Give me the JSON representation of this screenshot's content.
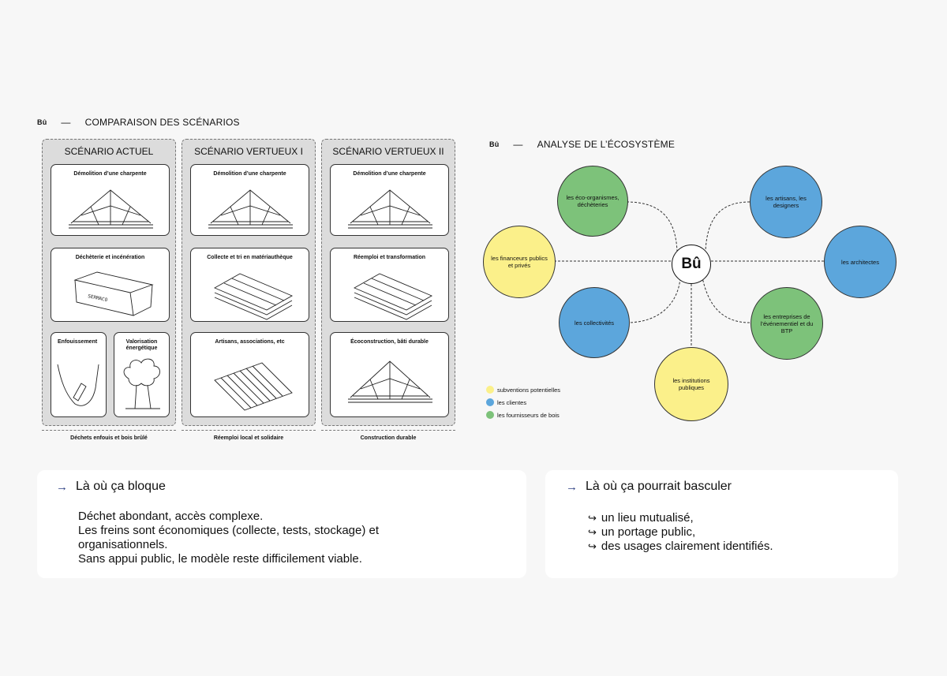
{
  "left_header": {
    "brand": "Bû",
    "dash": "—",
    "title": "COMPARAISON DES SCÉNARIOS"
  },
  "right_header": {
    "brand": "Bû",
    "dash": "—",
    "title": "ANALYSE DE L’ÉCOSYSTÈME"
  },
  "scenarios": [
    {
      "title": "SCÉNARIO ACTUEL",
      "cards": [
        "Démolition d’une charpente",
        "Déchèterie et incénération",
        "Enfouissement",
        "Valorisation énergétique"
      ],
      "box_text": "SERMACO",
      "footer": "Déchets enfouis et bois brûlé"
    },
    {
      "title": "SCÉNARIO VERTUEUX I",
      "cards": [
        "Démolition d’une charpente",
        "Collecte et tri en matériauthèque",
        "Artisans, associations, etc"
      ],
      "footer": "Réemploi local et solidaire"
    },
    {
      "title": "SCÉNARIO VERTUEUX II",
      "cards": [
        "Démolition d’une charpente",
        "Réemploi et transformation",
        "Écoconstruction, bâti durable"
      ],
      "footer": "Construction durable"
    }
  ],
  "ecosystem": {
    "center": "Bû",
    "nodes": [
      {
        "label": "les éco-organismes, déchèteries",
        "category": "fournisseurs"
      },
      {
        "label": "les financeurs publics et privés",
        "category": "subventions"
      },
      {
        "label": "les collectivités",
        "category": "clientes"
      },
      {
        "label": "les institutions publiques",
        "category": "subventions"
      },
      {
        "label": "les artisans, les designers",
        "category": "clientes"
      },
      {
        "label": "les architectes",
        "category": "clientes"
      },
      {
        "label": "les entreprises de l’événementiel et du BTP",
        "category": "fournisseurs"
      }
    ],
    "legend": [
      {
        "label": "subventions potentielles",
        "color": "#fbf08a"
      },
      {
        "label": "les clientes",
        "color": "#5ca6dc"
      },
      {
        "label": "les fournisseurs de bois",
        "color": "#7dc27a"
      }
    ],
    "colors": {
      "subventions": "#fbf08a",
      "clientes": "#5ca6dc",
      "fournisseurs": "#7dc27a"
    }
  },
  "panels": {
    "left": {
      "arrow": "→",
      "title": "Là où ça bloque",
      "lines": [
        "Déchet abondant, accès complexe.",
        "Les freins sont économiques (collecte, tests, stockage) et",
        "organisationnels.",
        "Sans appui public, le modèle reste difficilement viable."
      ]
    },
    "right": {
      "arrow": "→",
      "title": "Là où ça pourrait basculer",
      "hook": "↪",
      "items": [
        "un lieu mutualisé,",
        "un portage public,",
        "des usages clairement identifiés."
      ]
    }
  }
}
